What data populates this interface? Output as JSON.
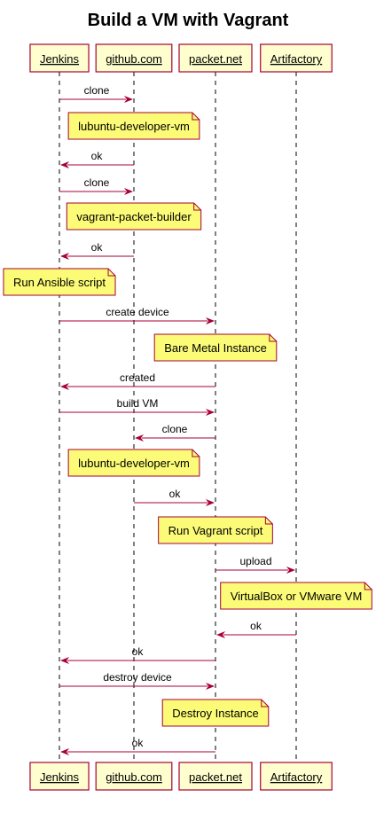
{
  "title": "Build a VM with Vagrant",
  "colors": {
    "participant_fill": "#FEFECE",
    "participant_stroke": "#A80036",
    "note_fill": "#FBFB77",
    "note_stroke": "#A80036",
    "arrow": "#A80036",
    "lifeline": "#000000"
  },
  "participants": [
    {
      "id": "jenkins",
      "label": "Jenkins"
    },
    {
      "id": "github",
      "label": "github.com"
    },
    {
      "id": "packet",
      "label": "packet.net"
    },
    {
      "id": "artifactory",
      "label": "Artifactory"
    }
  ],
  "events": [
    {
      "kind": "message",
      "from": "jenkins",
      "to": "github",
      "label": "clone"
    },
    {
      "kind": "note",
      "over": "github",
      "text": "lubuntu-developer-vm"
    },
    {
      "kind": "message",
      "from": "github",
      "to": "jenkins",
      "label": "ok"
    },
    {
      "kind": "message",
      "from": "jenkins",
      "to": "github",
      "label": "clone"
    },
    {
      "kind": "note",
      "over": "github",
      "text": "vagrant-packet-builder"
    },
    {
      "kind": "message",
      "from": "github",
      "to": "jenkins",
      "label": "ok"
    },
    {
      "kind": "note",
      "over": "jenkins",
      "text": "Run Ansible script"
    },
    {
      "kind": "message",
      "from": "jenkins",
      "to": "packet",
      "label": "create device"
    },
    {
      "kind": "note",
      "over": "packet",
      "text": "Bare Metal Instance"
    },
    {
      "kind": "message",
      "from": "packet",
      "to": "jenkins",
      "label": "created"
    },
    {
      "kind": "message",
      "from": "jenkins",
      "to": "packet",
      "label": "build VM"
    },
    {
      "kind": "message",
      "from": "packet",
      "to": "github",
      "label": "clone"
    },
    {
      "kind": "note",
      "over": "github",
      "text": "lubuntu-developer-vm"
    },
    {
      "kind": "message",
      "from": "github",
      "to": "packet",
      "label": "ok"
    },
    {
      "kind": "note",
      "over": "packet",
      "text": "Run Vagrant script"
    },
    {
      "kind": "message",
      "from": "packet",
      "to": "artifactory",
      "label": "upload"
    },
    {
      "kind": "note",
      "over": "artifactory",
      "text": "VirtualBox or VMware VM"
    },
    {
      "kind": "message",
      "from": "artifactory",
      "to": "packet",
      "label": "ok"
    },
    {
      "kind": "message",
      "from": "packet",
      "to": "jenkins",
      "label": "ok"
    },
    {
      "kind": "message",
      "from": "jenkins",
      "to": "packet",
      "label": "destroy device"
    },
    {
      "kind": "note",
      "over": "packet",
      "text": "Destroy Instance"
    },
    {
      "kind": "message",
      "from": "packet",
      "to": "jenkins",
      "label": "ok"
    }
  ]
}
